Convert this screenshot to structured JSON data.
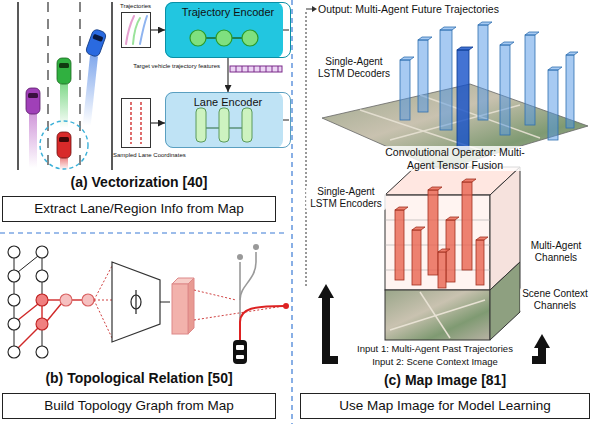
{
  "diagram": {
    "nodes": [
      {
        "text": [
          "Trajectories"
        ]
      },
      {
        "text": [
          "Trajectory Encoder"
        ]
      },
      {
        "text": [
          "Sampled Lane Coordinates"
        ]
      },
      {
        "text": [
          "Lane Encoder"
        ]
      },
      {
        "text": [
          "Extract Lane/Region Info from Map"
        ]
      },
      {
        "text": [
          "Build Topology Graph from Map"
        ]
      },
      {
        "text": [
          "Use Map Image for Model Learning"
        ]
      }
    ],
    "edges": [
      {
        "from": 0,
        "to": 1,
        "arrow": "to"
      },
      {
        "from": 1,
        "to": 3,
        "arrow": "to"
      },
      {
        "from": 2,
        "to": 3,
        "arrow": "to"
      }
    ],
    "labels": [
      "(a) Vectorization [40]",
      "Target vehicle trajectory features",
      "(b) Topological Relation [50]",
      "Output: Multi-Agent Future Trajectories",
      "Single-Agent LSTM Decoders",
      "Convolutional Operator: Multi-Agent Tensor Fusion",
      "Single-Agent LSTM Encoders",
      "Multi-Agent Channels",
      "Scene Context Channels",
      "Input 1: Multi-Agent Past Trajectories",
      "Input 2: Scene Context Image",
      "(c) Map Image [81]"
    ]
  }
}
